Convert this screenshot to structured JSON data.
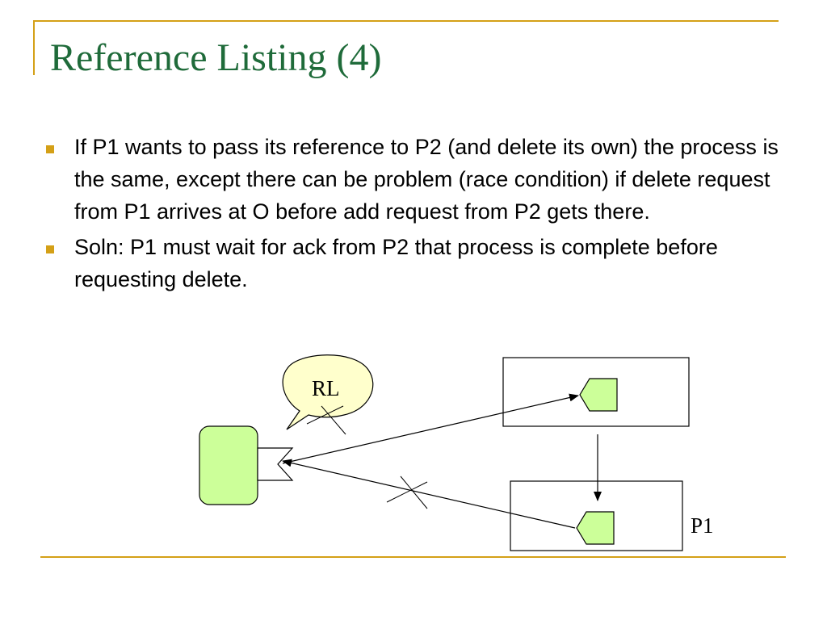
{
  "colors": {
    "accent": "#d4a017",
    "title": "#1f6b3a",
    "node_fill": "#ccff99",
    "bubble_fill": "#ffffcc"
  },
  "slide": {
    "title": "Reference Listing (4)",
    "bullets": [
      "If P1 wants to pass its reference to P2 (and delete its own) the process is the same, except there can be problem (race condition) if delete request from P1 arrives at O before add request from P2 gets there.",
      "Soln: P1 must wait for ack from P2 that process is complete before requesting delete."
    ]
  },
  "diagram": {
    "bubble_label": "RL",
    "process_label": "P1"
  }
}
